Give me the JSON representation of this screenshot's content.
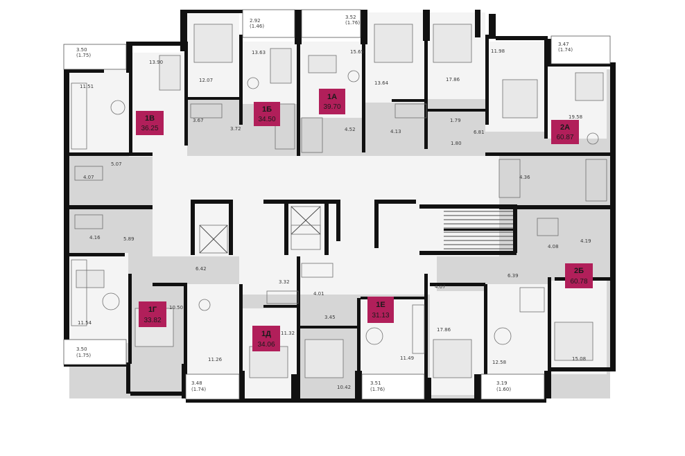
{
  "apartments": [
    {
      "code": "1В",
      "area": "36.25"
    },
    {
      "code": "1Б",
      "area": "34.50"
    },
    {
      "code": "1А",
      "area": "39.70"
    },
    {
      "code": "2А",
      "area": "60.87"
    },
    {
      "code": "1Г",
      "area": "33.82"
    },
    {
      "code": "1Д",
      "area": "34.06"
    },
    {
      "code": "1Е",
      "area": "31.13"
    },
    {
      "code": "2Б",
      "area": "60.78"
    }
  ],
  "room_labels": [
    "3.50",
    "(1.75)",
    "11.51",
    "13.90",
    "12.07",
    "2.92",
    "(1.46)",
    "13.63",
    "3.52",
    "(1.76)",
    "15.65",
    "13.64",
    "17.86",
    "11.98",
    "3.47",
    "(1.74)",
    "19.58",
    "3.67",
    "3.72",
    "4.52",
    "4.13",
    "1.79",
    "1.80",
    "6.81",
    "5.07",
    "4.07",
    "4.36",
    "4.16",
    "5.89",
    "6.42",
    "3.32",
    "4.08",
    "4.19",
    "4.07",
    "6.39",
    "10.50",
    "11.54",
    "3.45",
    "4.01",
    "17.86",
    "11.32",
    "11.26",
    "11.49",
    "12.58",
    "15.08",
    "3.50",
    "(1.75)",
    "3.48",
    "(1.74)",
    "10.42",
    "3.51",
    "(1.76)",
    "3.19",
    "(1.60)"
  ]
}
